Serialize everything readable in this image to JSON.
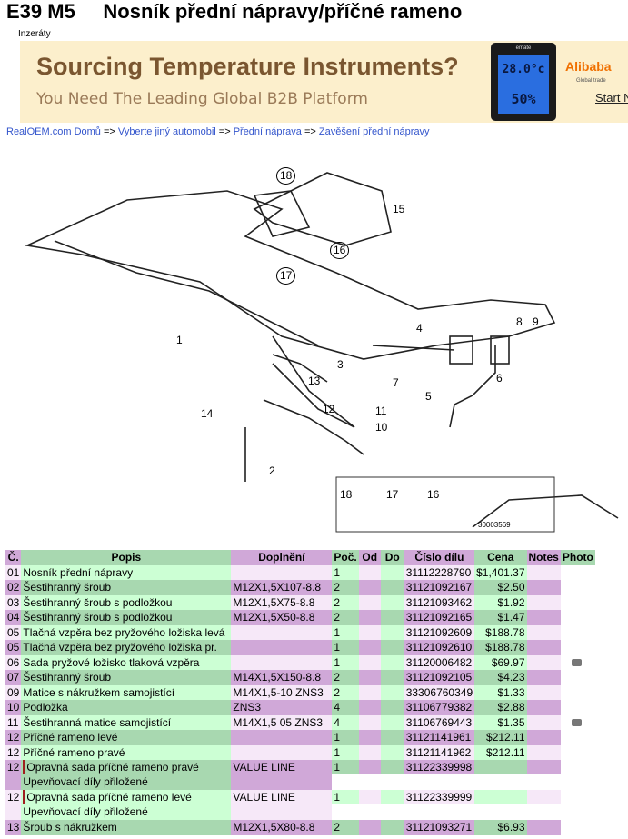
{
  "title": "E39 M5     Nosník přední nápravy/příčné rameno",
  "ads_label": "Inzeráty",
  "banner": {
    "headline": "Sourcing Temperature Instruments?",
    "sub": "You Need The Leading Global B2B Platform",
    "device_brand": "emate",
    "temp": "28.0°c",
    "humidity": "50%",
    "brand": "Alibaba",
    "brand_sub": "Global trade",
    "cta": "Start Now"
  },
  "breadcrumb": {
    "sep": " => ",
    "items": [
      "RealOEM.com Domů",
      "Vyberte jiný automobil",
      "Přední náprava",
      "Zavěšení přední nápravy"
    ]
  },
  "diagram": {
    "callouts": [
      "1",
      "2",
      "3",
      "4",
      "5",
      "6",
      "7",
      "8",
      "9",
      "10",
      "11",
      "12",
      "13",
      "14",
      "15",
      "16",
      "17",
      "18"
    ],
    "inset_labels": [
      "18",
      "17",
      "16"
    ],
    "code": "30003569"
  },
  "table": {
    "headers": [
      "Č.",
      "Popis",
      "Doplnění",
      "Poč.",
      "Od",
      "Do",
      "Číslo dílu",
      "Cena",
      "Notes",
      "Photo"
    ],
    "rows": [
      {
        "no": "01",
        "desc": "Nosník přední nápravy",
        "extra": "",
        "qty": "1",
        "part": "31112228790",
        "price": "$1,401.37",
        "photo": false
      },
      {
        "no": "02",
        "desc": "Šestihranný šroub",
        "extra": "M12X1,5X107-8.8",
        "qty": "2",
        "part": "31121092167",
        "price": "$2.50",
        "photo": false
      },
      {
        "no": "03",
        "desc": "Šestihranný šroub s podložkou",
        "extra": "M12X1,5X75-8.8",
        "qty": "2",
        "part": "31121093462",
        "price": "$1.92",
        "photo": false
      },
      {
        "no": "04",
        "desc": "Šestihranný šroub s podložkou",
        "extra": "M12X1,5X50-8.8",
        "qty": "2",
        "part": "31121092165",
        "price": "$1.47",
        "photo": false
      },
      {
        "no": "05",
        "desc": "Tlačná vzpěra bez pryžového ložiska levá",
        "extra": "",
        "qty": "1",
        "part": "31121092609",
        "price": "$188.78",
        "photo": false
      },
      {
        "no": "05",
        "desc": "Tlačná vzpěra bez pryžového ložiska pr.",
        "extra": "",
        "qty": "1",
        "part": "31121092610",
        "price": "$188.78",
        "photo": false
      },
      {
        "no": "06",
        "desc": "Sada pryžové ložisko tlaková vzpěra",
        "extra": "",
        "qty": "1",
        "part": "31120006482",
        "price": "$69.97",
        "photo": true
      },
      {
        "no": "07",
        "desc": "Šestihranný šroub",
        "extra": "M14X1,5X150-8.8",
        "qty": "2",
        "part": "31121092105",
        "price": "$4.23",
        "photo": false
      },
      {
        "no": "09",
        "desc": "Matice s nákružkem samojistící",
        "extra": "M14X1,5-10 ZNS3",
        "qty": "2",
        "part": "33306760349",
        "price": "$1.33",
        "photo": false
      },
      {
        "no": "10",
        "desc": "Podložka",
        "extra": "ZNS3",
        "qty": "4",
        "part": "31106779382",
        "price": "$2.88",
        "photo": false
      },
      {
        "no": "11",
        "desc": "Šestihranná matice samojistící",
        "extra": "M14X1,5 05 ZNS3",
        "qty": "4",
        "part": "31106769443",
        "price": "$1.35",
        "photo": true
      },
      {
        "no": "12",
        "desc": "Příčné rameno levé",
        "extra": "",
        "qty": "1",
        "part": "31121141961",
        "price": "$212.11",
        "photo": false
      },
      {
        "no": "12",
        "desc": "Příčné rameno pravé",
        "extra": "",
        "qty": "1",
        "part": "31121141962",
        "price": "$212.11",
        "photo": false
      },
      {
        "no": "12",
        "desc": "Opravná sada příčné rameno pravé",
        "desc2": "Upevňovací díly přiložené",
        "extra": "VALUE LINE",
        "qty": "1",
        "part": "31122339998",
        "price": "",
        "photo": false
      },
      {
        "no": "12",
        "desc": "Opravná sada příčné rameno levé",
        "desc2": "Upevňovací díly přiložené",
        "extra": "VALUE LINE",
        "qty": "1",
        "part": "31122339999",
        "price": "",
        "photo": false
      },
      {
        "no": "13",
        "desc": "Šroub s nákružkem",
        "extra": "M12X1,5X80-8.8",
        "qty": "2",
        "part": "31121093271",
        "price": "$6.93",
        "photo": false
      }
    ]
  }
}
